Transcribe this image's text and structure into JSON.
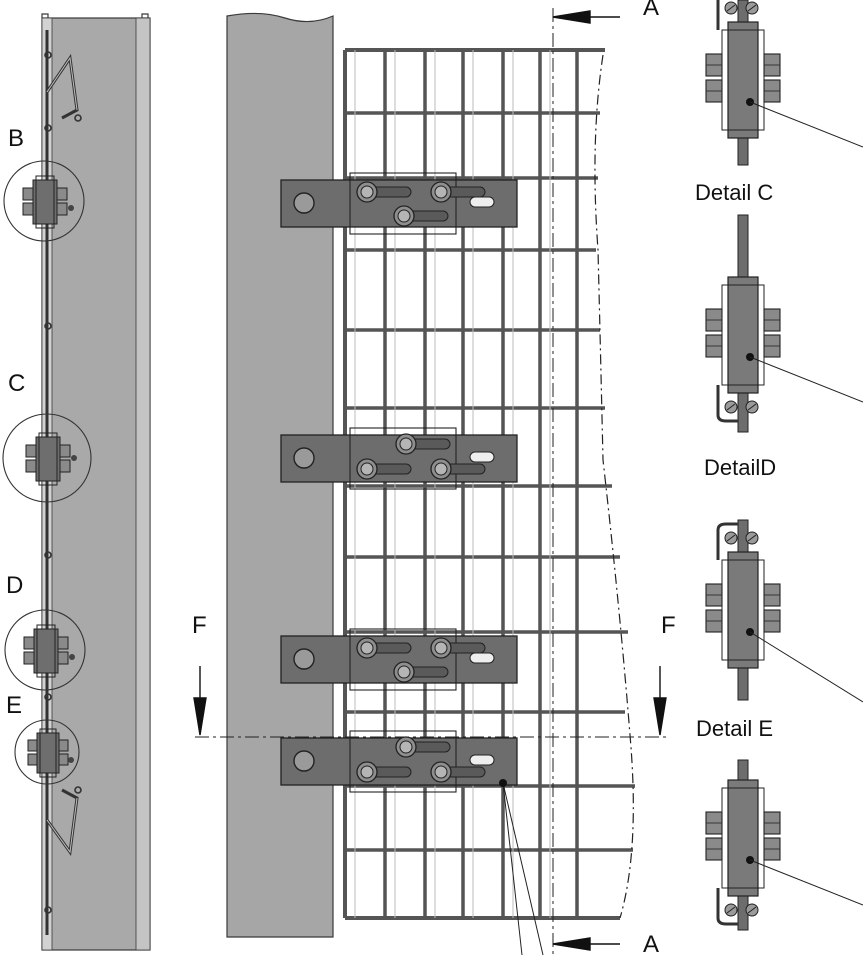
{
  "callouts": {
    "detail_b_marker": "B",
    "detail_c_marker": "C",
    "detail_d_marker": "D",
    "detail_e_marker": "E",
    "section_a_top": "A",
    "section_a_bottom": "A",
    "section_f_left": "F",
    "section_f_right": "F"
  },
  "detail_titles": {
    "c": "Detail C",
    "d": "DetailD",
    "e": "Detail E"
  },
  "colors": {
    "post_fill": "#a8a8a8",
    "post_edge": "#3a3a3a",
    "grating": "#555555",
    "bracket_fill": "#6e6e6e",
    "nut_fill": "#8a8a8a"
  }
}
